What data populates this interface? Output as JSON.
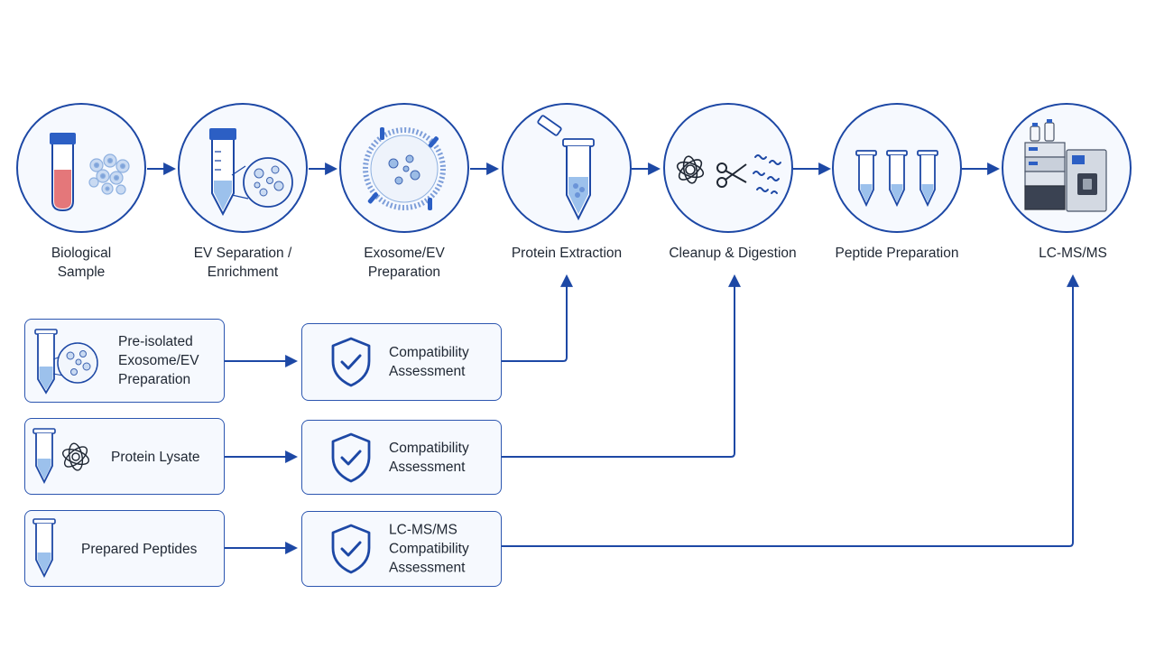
{
  "colors": {
    "primary": "#1d48a5",
    "panel": "#f6f9fe",
    "liquid": "#9cc1ec",
    "sample": "#e4777a",
    "text": "#1f2733"
  },
  "steps": [
    {
      "line1": "Biological",
      "line2": "Sample",
      "icon": "blood-tube-and-cells-icon"
    },
    {
      "line1": "EV Separation /",
      "line2": "Enrichment",
      "icon": "conical-tube-with-vesicles-icon"
    },
    {
      "line1": "Exosome/EV",
      "line2": "Preparation",
      "icon": "exosome-icon"
    },
    {
      "line1": "Protein Extraction",
      "line2": "",
      "icon": "open-microtube-icon"
    },
    {
      "line1": "Cleanup & Digestion",
      "line2": "",
      "icon": "protein-scissors-peptides-icon"
    },
    {
      "line1": "Peptide Preparation",
      "line2": "",
      "icon": "three-microtubes-icon"
    },
    {
      "line1": "LC-MS/MS",
      "line2": "",
      "icon": "mass-spectrometer-icon"
    }
  ],
  "entries": [
    {
      "label": "Pre-isolated\nExosome/EV\nPreparation",
      "icon": "tube-with-vesicles-icon"
    },
    {
      "label": "Protein Lysate",
      "icon": "tube-with-protein-icon"
    },
    {
      "label": "Prepared Peptides",
      "icon": "microtube-icon"
    }
  ],
  "checks": [
    {
      "label": "Compatibility\nAssessment",
      "icon": "shield-check-icon"
    },
    {
      "label": "Compatibility\nAssessment",
      "icon": "shield-check-icon"
    },
    {
      "label": "LC-MS/MS\nCompatibility\nAssessment",
      "icon": "shield-check-icon"
    }
  ]
}
